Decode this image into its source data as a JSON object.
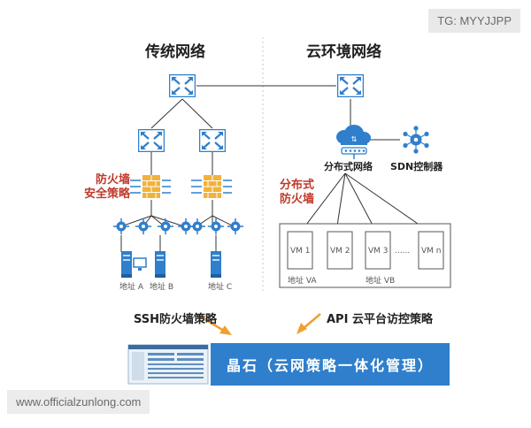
{
  "watermarks": {
    "tg": "TG: MYYJJPP",
    "url": "www.officialzunlong.com"
  },
  "left": {
    "title": "传统网络",
    "firewall_label": [
      "防火墙",
      "安全策略"
    ],
    "address_a": "地址 A",
    "address_b": "地址 B",
    "address_c": "地址 C"
  },
  "right": {
    "title": "云环境网络",
    "distributed_network": "分布式网络",
    "sdn_controller": "SDN控制器",
    "distributed_firewall": [
      "分布式",
      "防火墙"
    ],
    "vms": [
      "VM 1",
      "VM 2",
      "VM 3",
      "......",
      "VM n"
    ],
    "address_va": "地址 VA",
    "address_vb": "地址 VB"
  },
  "bottom": {
    "ssh_policy": "SSH防火墙策略",
    "api_policy": "API 云平台访控策略",
    "product_banner": "晶石（云网策略一体化管理）"
  },
  "colors": {
    "switch": "#2f7fcc",
    "firewall": "#f2b23a",
    "accent": "#2f7fcc",
    "label_red": "#c0392b",
    "arrow": "#f0a030"
  },
  "icons": [
    "router-icon",
    "firewall-brick-icon",
    "node-icon",
    "server-icon",
    "monitor-icon",
    "cloud-switch-icon",
    "sdn-hub-icon"
  ]
}
